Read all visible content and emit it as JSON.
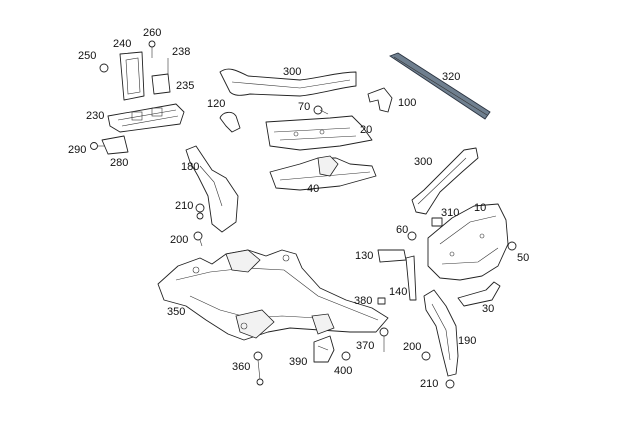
{
  "callouts": [
    {
      "id": "260",
      "text": "260"
    },
    {
      "id": "240",
      "text": "240"
    },
    {
      "id": "250",
      "text": "250"
    },
    {
      "id": "238",
      "text": "238"
    },
    {
      "id": "235",
      "text": "235"
    },
    {
      "id": "230",
      "text": "230"
    },
    {
      "id": "290",
      "text": "290"
    },
    {
      "id": "280",
      "text": "280"
    },
    {
      "id": "300a",
      "text": "300"
    },
    {
      "id": "320",
      "text": "320"
    },
    {
      "id": "120",
      "text": "120"
    },
    {
      "id": "70",
      "text": "70"
    },
    {
      "id": "100",
      "text": "100"
    },
    {
      "id": "20",
      "text": "20"
    },
    {
      "id": "180",
      "text": "180"
    },
    {
      "id": "40",
      "text": "40"
    },
    {
      "id": "300b",
      "text": "300"
    },
    {
      "id": "210a",
      "text": "210"
    },
    {
      "id": "310",
      "text": "310"
    },
    {
      "id": "10",
      "text": "10"
    },
    {
      "id": "60",
      "text": "60"
    },
    {
      "id": "200a",
      "text": "200"
    },
    {
      "id": "130",
      "text": "130"
    },
    {
      "id": "50",
      "text": "50"
    },
    {
      "id": "140",
      "text": "140"
    },
    {
      "id": "380",
      "text": "380"
    },
    {
      "id": "30",
      "text": "30"
    },
    {
      "id": "350",
      "text": "350"
    },
    {
      "id": "370",
      "text": "370"
    },
    {
      "id": "200b",
      "text": "200"
    },
    {
      "id": "190",
      "text": "190"
    },
    {
      "id": "360",
      "text": "360"
    },
    {
      "id": "390",
      "text": "390"
    },
    {
      "id": "400",
      "text": "400"
    },
    {
      "id": "210b",
      "text": "210"
    }
  ]
}
